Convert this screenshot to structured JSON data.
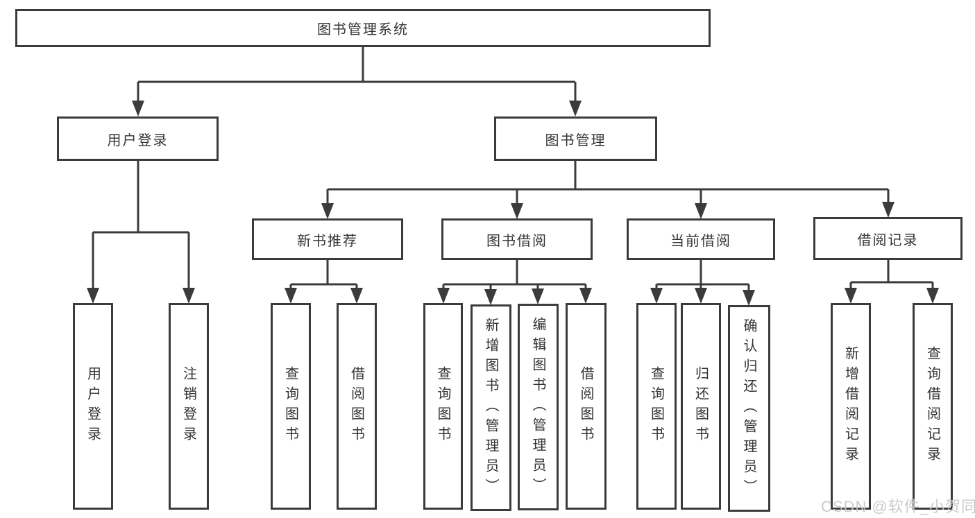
{
  "diagram": {
    "title": "图书管理系统",
    "root": {
      "label": "图书管理系统"
    },
    "level2": [
      {
        "label": "用户登录"
      },
      {
        "label": "图书管理"
      }
    ],
    "level3": [
      {
        "label": "新书推荐",
        "parent": "图书管理"
      },
      {
        "label": "图书借阅",
        "parent": "图书管理"
      },
      {
        "label": "当前借阅",
        "parent": "图书管理"
      },
      {
        "label": "借阅记录",
        "parent": "图书管理"
      }
    ],
    "leaves": [
      {
        "label": "用户登录",
        "parent": "用户登录"
      },
      {
        "label": "注销登录",
        "parent": "用户登录"
      },
      {
        "label": "查询图书",
        "parent": "新书推荐"
      },
      {
        "label": "借阅图书",
        "parent": "新书推荐"
      },
      {
        "label": "查询图书",
        "parent": "图书借阅"
      },
      {
        "label": "新增图书（管理员）",
        "parent": "图书借阅"
      },
      {
        "label": "编辑图书（管理员）",
        "parent": "图书借阅"
      },
      {
        "label": "借阅图书",
        "parent": "图书借阅"
      },
      {
        "label": "查询图书",
        "parent": "当前借阅"
      },
      {
        "label": "归还图书",
        "parent": "当前借阅"
      },
      {
        "label": "确认归还（管理员）",
        "parent": "当前借阅"
      },
      {
        "label": "新增借阅记录",
        "parent": "借阅记录"
      },
      {
        "label": "查询借阅记录",
        "parent": "借阅记录"
      }
    ]
  },
  "watermark": {
    "text": "CSDN @软件_小贺同学"
  },
  "colors": {
    "line": "#3b3b3b",
    "text": "#333333",
    "background": "#ffffff",
    "watermark": "#c8c8c8"
  }
}
